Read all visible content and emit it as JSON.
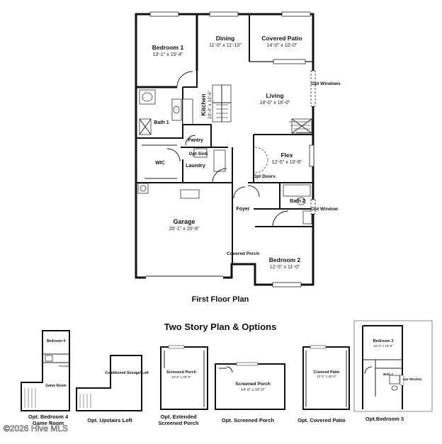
{
  "first_floor": {
    "title": "First Floor Plan",
    "rooms": {
      "bedroom1": {
        "name": "Bedroom 1",
        "dims": "13'-1\" x 15'-4\""
      },
      "dining": {
        "name": "Dining",
        "dims": "11'-0\" x 11'-10\""
      },
      "covered_patio": {
        "name": "Covered Patio",
        "dims": "14'-0\" x 10'-0\""
      },
      "opt_windows": "Opt Windows",
      "living": {
        "name": "Living",
        "dims": "18'-0\" x 16'-0\""
      },
      "kitchen": {
        "name": "Kitchen",
        "dims": "10'-4\" x 13'-6\""
      },
      "bath1": "Bath 1",
      "pantry": "Pantry",
      "opt_sink": "Opt Sink",
      "flex": {
        "name": "Flex",
        "dims": "12'-5\" x 10'-6\""
      },
      "opt_doors": "Opt Doors",
      "wic": "WIC",
      "laundry": "Laundry",
      "bath2": "Bath 2",
      "opt_window": "Opt Window",
      "garage": {
        "name": "Garage",
        "dims": "20'-1\" x 20'-8\""
      },
      "foyer": "Foyer",
      "covered_porch": "Covered Porch",
      "bedroom2": {
        "name": "Bedroom 2",
        "dims": "12'-5\" x 11'-0\""
      }
    }
  },
  "options_title": "Two Story Plan & Options",
  "options": [
    {
      "caption": "Opt. Bedroom 4 Game Room",
      "inner": [
        "Bedroom 4",
        "Game Room",
        "Storage"
      ]
    },
    {
      "caption": "Opt. Upstairs Loft",
      "inner": [
        "Conditioned Storage/ Loft"
      ]
    },
    {
      "caption": "Opt. Extended Screened Porch",
      "inner": [
        "Screened Porch",
        "14'-0\" x 20'-0\""
      ]
    },
    {
      "caption": "Opt. Screened Porch",
      "inner": [
        "Screened Porch",
        "14'-0\" x 10'-0\""
      ]
    },
    {
      "caption": "Opt. Covered Patio",
      "inner": [
        "Covered Patio",
        "14'-0\" x 20'-0\""
      ]
    },
    {
      "caption": "Opt.Bedroom 3",
      "inner": [
        "Bedroom 3",
        "10'-0\" x 10'-6\"",
        "Bath 2",
        "Opt Window"
      ]
    }
  ],
  "watermark": "©2026 Hive MLS"
}
